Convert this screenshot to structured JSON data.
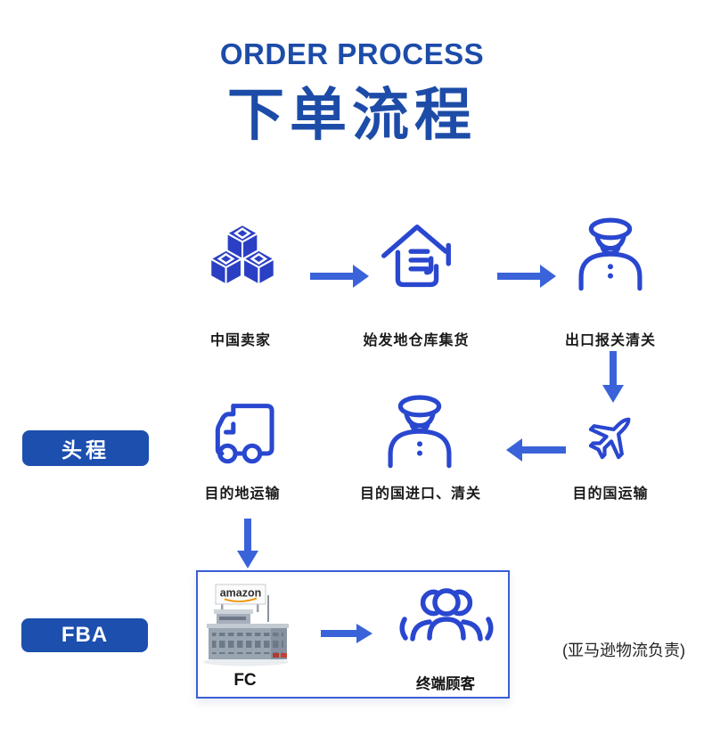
{
  "header": {
    "title_en": "ORDER PROCESS",
    "title_zh": "下单流程"
  },
  "colors": {
    "title_blue": "#1d4ca8",
    "icon_stroke_blue": "#2947cf",
    "cube_fill_blue": "#2b3fc4",
    "arrow_blue": "#3a63d9",
    "badge_blue": "#1c4fae",
    "fba_border_blue": "#3b5ed6",
    "label_text": "#1a1a1a",
    "amazon_smile_orange": "#ef9200"
  },
  "row1": {
    "steps": [
      {
        "icon": "boxes-icon",
        "label": "中国卖家"
      },
      {
        "icon": "warehouse-icon",
        "label": "始发地仓库集货"
      },
      {
        "icon": "customs-officer-icon",
        "label": "出口报关清关"
      }
    ]
  },
  "row2": {
    "steps": [
      {
        "icon": "truck-icon",
        "label": "目的地运输"
      },
      {
        "icon": "customs-officer-icon",
        "label": "目的国进口、清关"
      },
      {
        "icon": "airplane-icon",
        "label": "目的国运输"
      }
    ]
  },
  "stages": {
    "first_leg_label": "头程",
    "fba_label": "FBA"
  },
  "fba_section": {
    "building_sign": "amazon",
    "fc_label": "FC",
    "customer_label": "终端顾客",
    "note": "(亚马逊物流负责)"
  }
}
